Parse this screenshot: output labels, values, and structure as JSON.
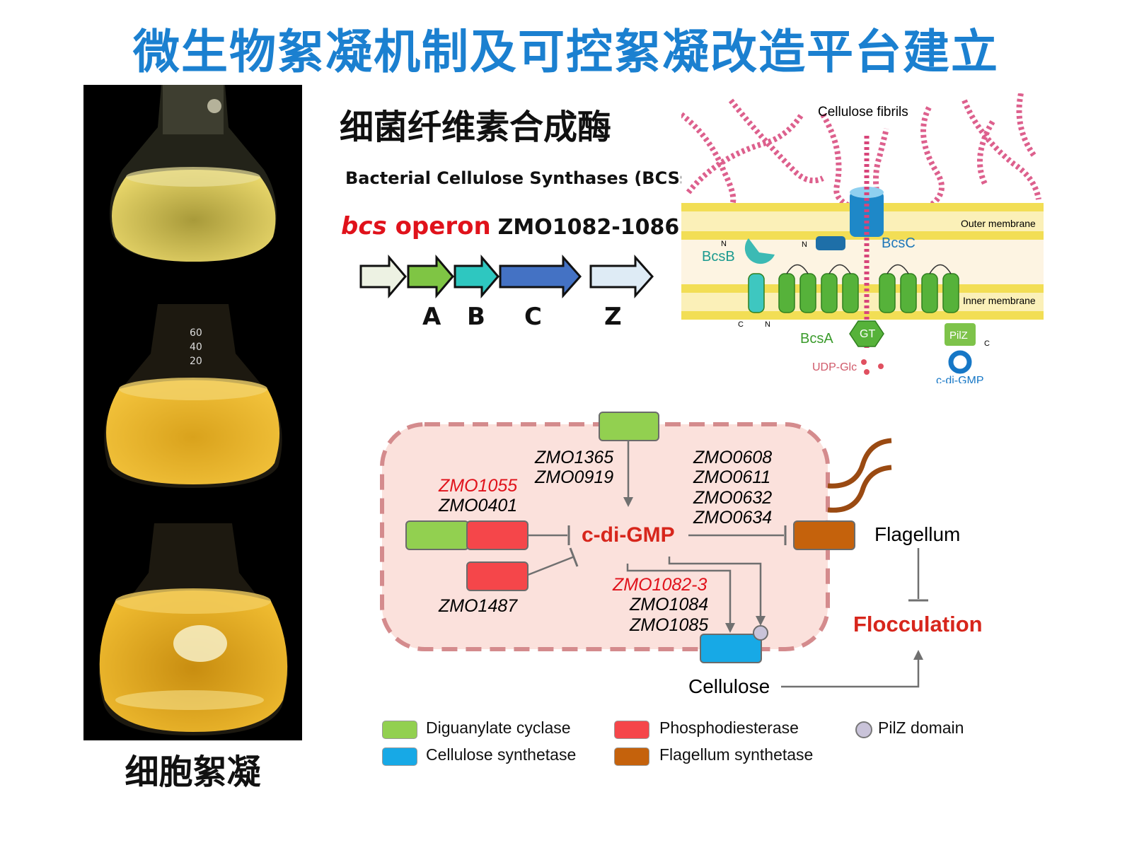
{
  "title": "微生物絮凝机制及可控絮凝改造平台建立",
  "photo_caption": "细胞絮凝",
  "bcs": {
    "title_cn": "细菌纤维素合成酶",
    "title_en": "Bacterial Cellulose Synthases (BCSs)",
    "operon_italic": "bcs",
    "operon_word": " operon",
    "operon_genes": "ZMO1082-1086",
    "gene_labels": [
      "A",
      "B",
      "C",
      "Z"
    ]
  },
  "membrane": {
    "cellulose_fibrils": "Cellulose fibrils",
    "outer_membrane": "Outer membrane",
    "inner_membrane": "Inner membrane",
    "bcsb": "BcsB",
    "bcsc": "BcsC",
    "bcsa": "BcsA",
    "gt": "GT",
    "pilz": "PilZ",
    "udp_glc": "UDP-Glc",
    "cdigmp": "c-di-GMP",
    "n1": "N",
    "n2": "N",
    "n3": "N",
    "c1": "C",
    "c2": "C"
  },
  "pathway": {
    "dgc_genes": [
      "ZMO1365",
      "ZMO0919"
    ],
    "pde_genes_red": "ZMO1055",
    "pde_genes": "ZMO0401",
    "flag_genes": [
      "ZMO0608",
      "ZMO0611",
      "ZMO0632",
      "ZMO0634"
    ],
    "pde2_gene": "ZMO1487",
    "bcs_gene_red": "ZMO1082-3",
    "bcs_genes": [
      "ZMO1084",
      "ZMO1085"
    ],
    "cdigmp": "c-di-GMP",
    "flagellum": "Flagellum",
    "flocculation": "Flocculation",
    "cellulose": "Cellulose"
  },
  "legend": [
    {
      "label": "Diguanylate cyclase",
      "color": "#92d050"
    },
    {
      "label": "Phosphodiesterase",
      "color": "#f5464a"
    },
    {
      "label": "PilZ domain",
      "color": "#c9c3d9"
    },
    {
      "label": "Cellulose synthetase",
      "color": "#17a9e6"
    },
    {
      "label": "Flagellum synthetase",
      "color": "#c5620c"
    }
  ],
  "colors": {
    "title": "#1b80d0",
    "red_text": "#e0121b",
    "dgc": "#92d050",
    "pde": "#f5464a",
    "flagellum": "#c5620c",
    "cellulose_synth": "#17a9e6",
    "cell_fill": "#fbe1dc",
    "cell_border": "#d48b8d"
  }
}
